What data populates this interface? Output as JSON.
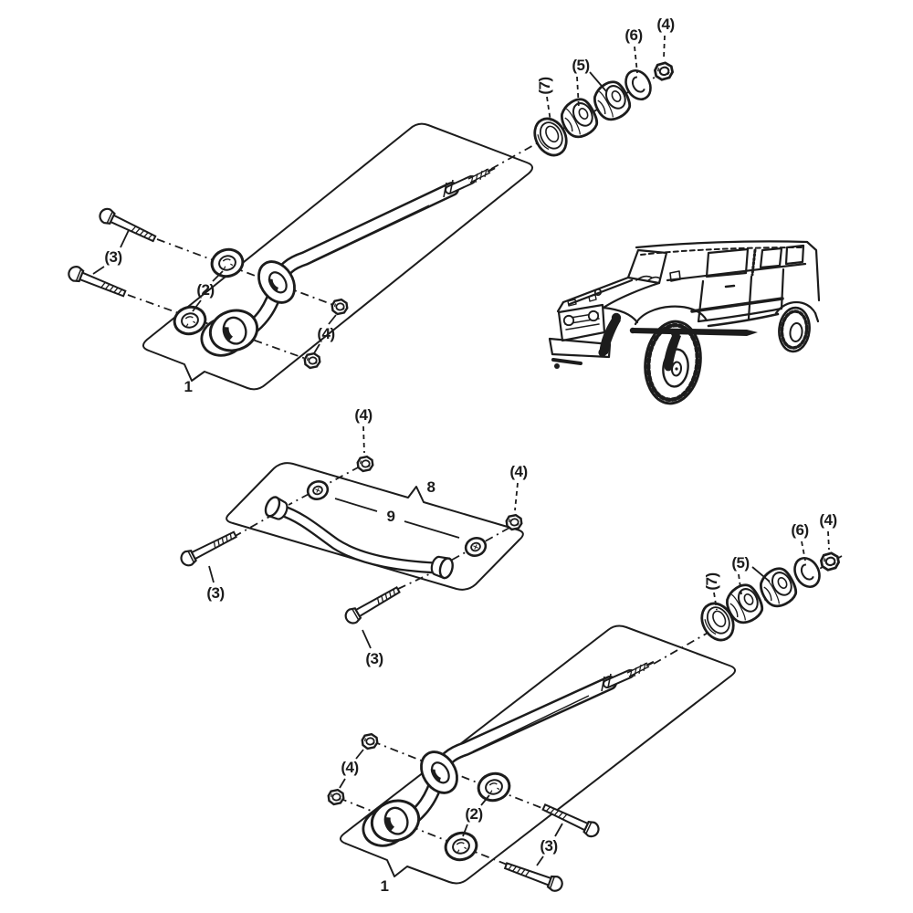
{
  "figure": {
    "type": "exploded-parts-diagram",
    "background_color": "#ffffff",
    "line_color": "#1c1c1c",
    "highlight_color": "#111111"
  },
  "callouts": {
    "upper_assembly": {
      "radius_arm": "1",
      "bushings": "(2)",
      "bolts": "(3)",
      "nuts": "(4)"
    },
    "upper_parts_row": {
      "cup_washer": "(7)",
      "rubber_bushings": "(5)",
      "dished_washer": "(6)",
      "nut": "(4)"
    },
    "middle_assembly": {
      "bracket": "8",
      "torque_rod": "9",
      "nut_top": "(4)",
      "nut_right": "(4)",
      "bolt_left": "(3)",
      "bolt_bottom": "(3)"
    },
    "lower_parts_row": {
      "cup_washer": "(7)",
      "rubber_bushings": "(5)",
      "dished_washer": "(6)",
      "nut": "(4)"
    },
    "lower_assembly": {
      "radius_arm": "1",
      "bushings": "(2)",
      "bolts": "(3)",
      "nuts": "(4)"
    }
  }
}
